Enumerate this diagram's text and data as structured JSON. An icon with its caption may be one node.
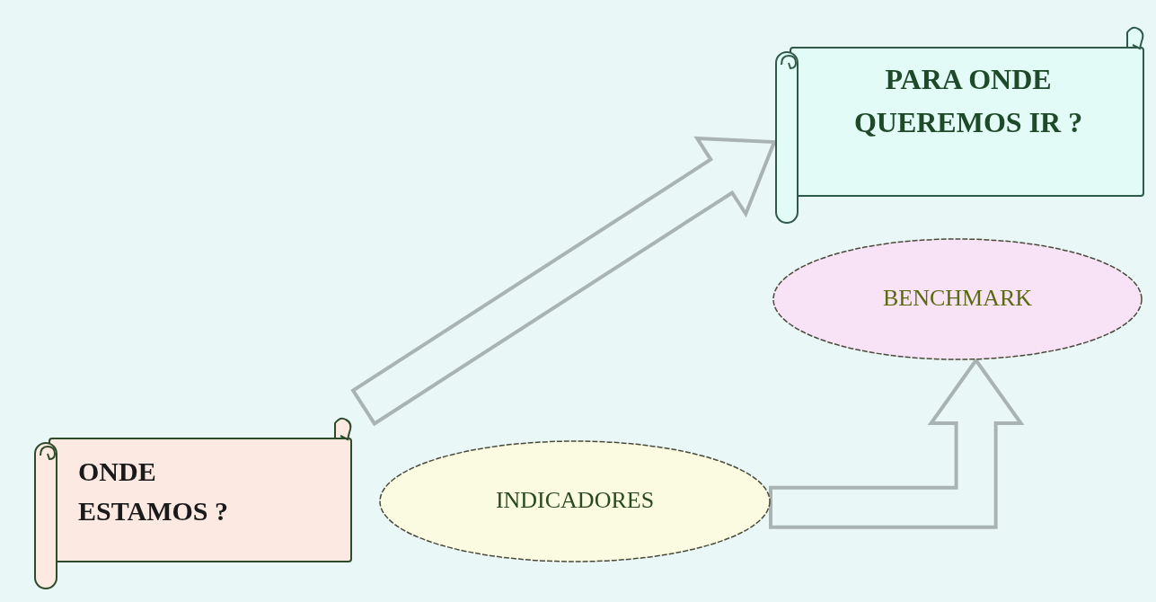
{
  "diagram": {
    "nodes": [
      {
        "text": [
          "PARA ONDE QUEREMOS IR ?"
        ]
      },
      {
        "text": [
          "BENCHMARK"
        ]
      },
      {
        "text": [
          "ONDE ESTAMOS ?"
        ]
      },
      {
        "text": [
          "INDICADORES"
        ]
      }
    ],
    "edges": [
      {
        "from": 2,
        "to": 0,
        "arrow": "to",
        "style": "thick"
      },
      {
        "from": 3,
        "to": 1,
        "arrow": "to",
        "style": "thick"
      }
    ]
  }
}
